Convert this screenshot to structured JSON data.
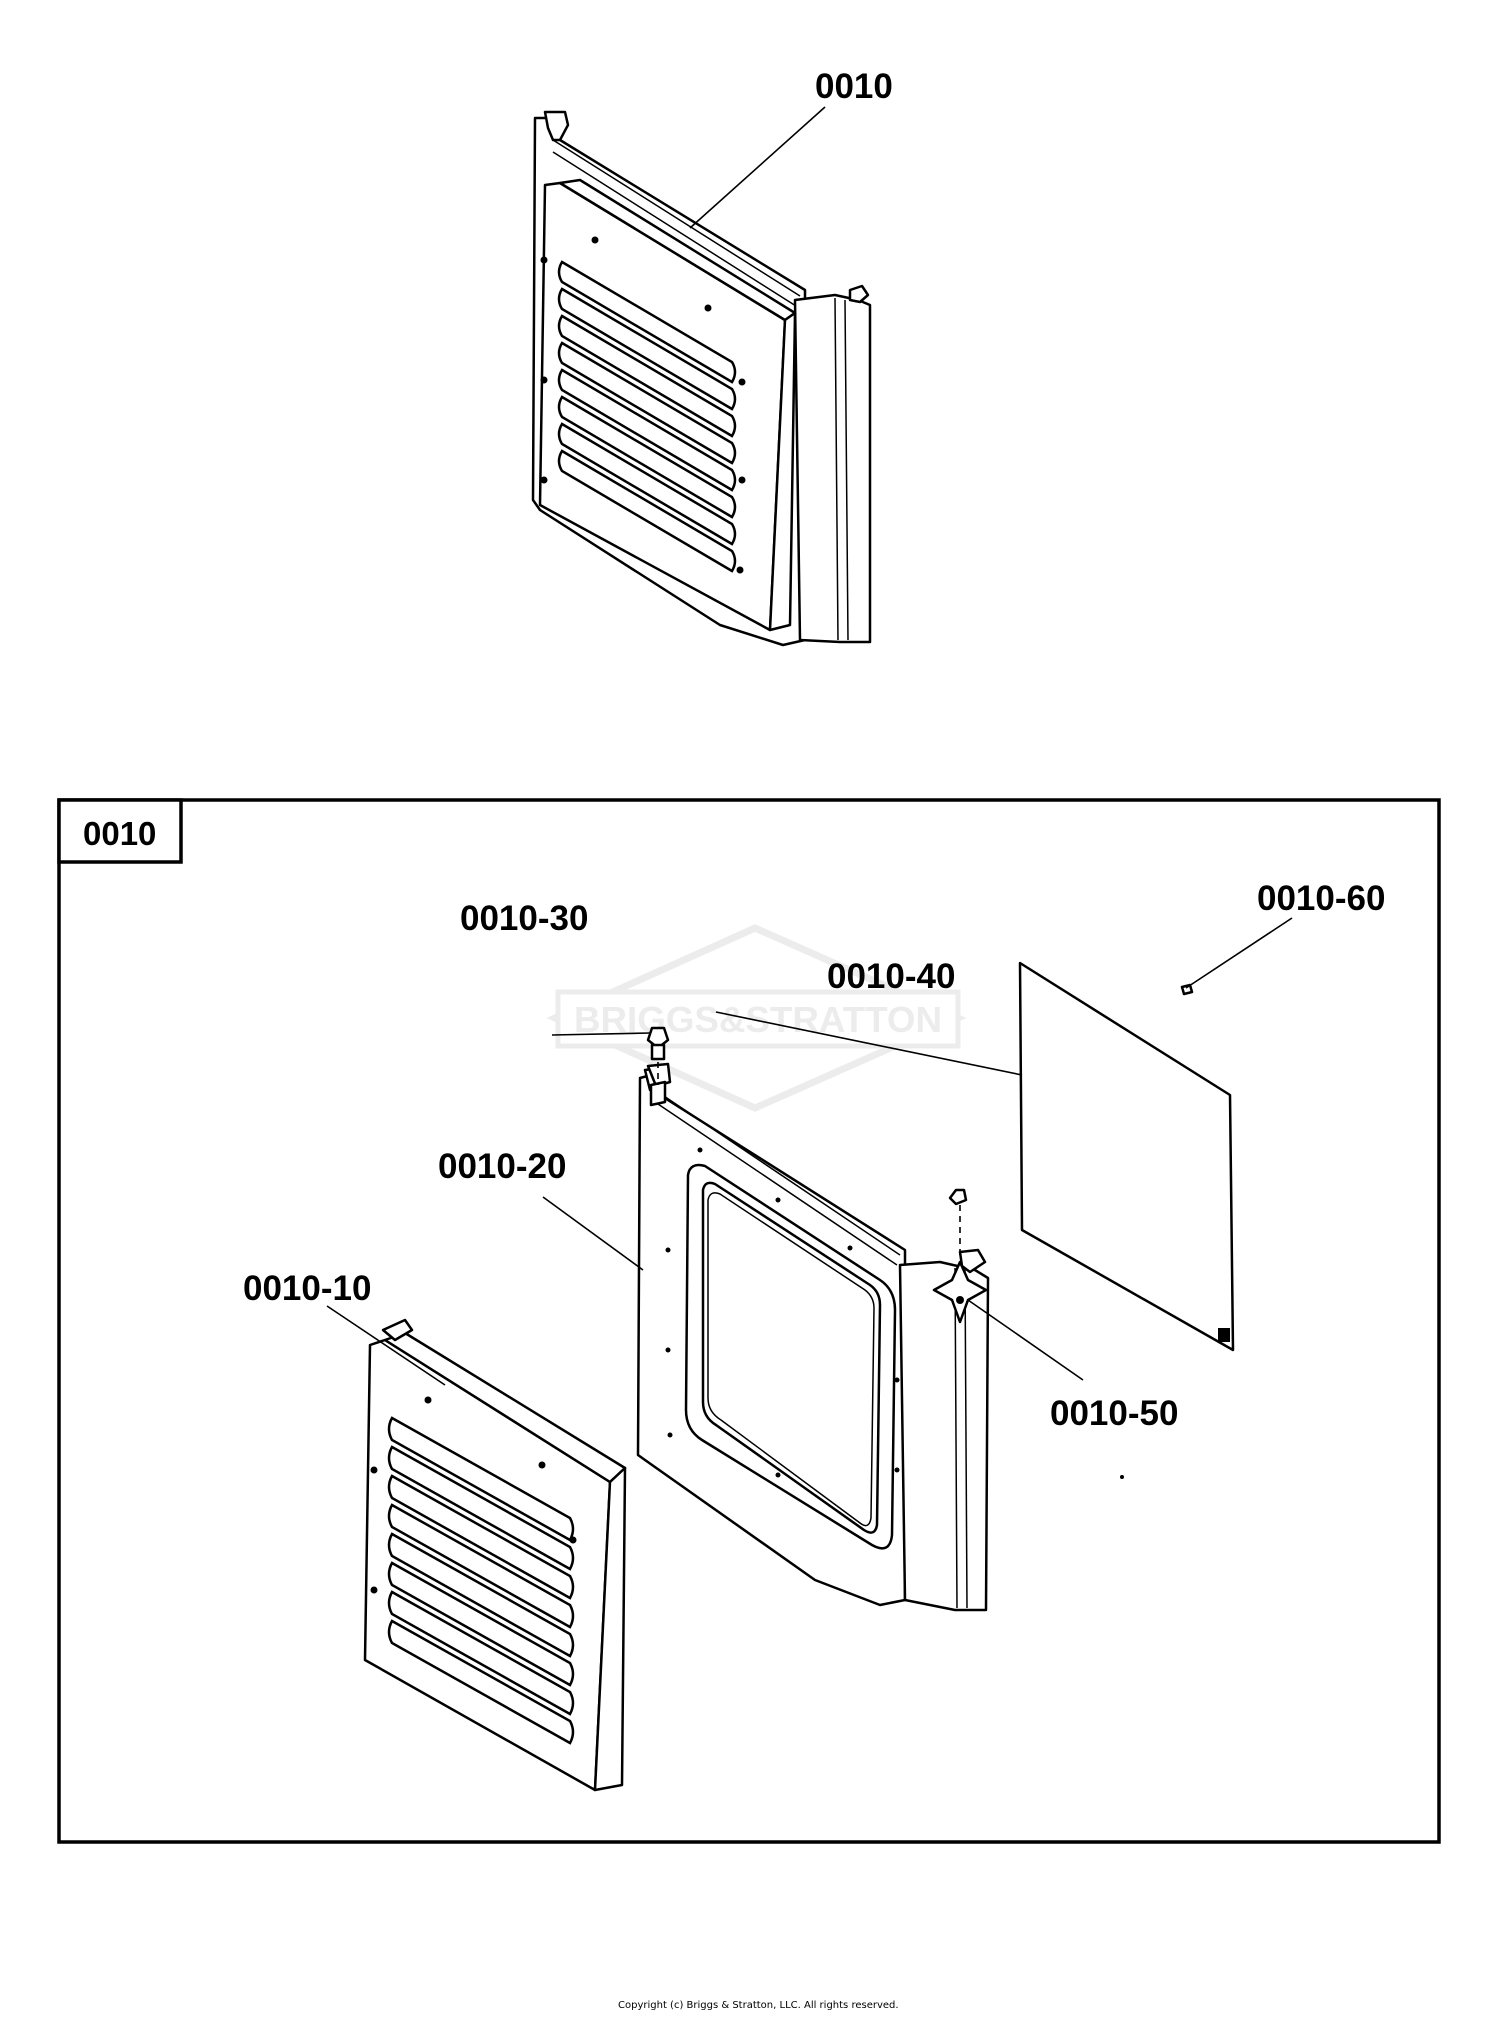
{
  "overview": {
    "callout": "0010"
  },
  "detail": {
    "box_label": "0010",
    "watermark": "BRIGGS&STRATTON",
    "callouts": {
      "p10": "0010-10",
      "p20": "0010-20",
      "p30": "0010-30",
      "p40": "0010-40",
      "p50": "0010-50",
      "p60": "0010-60"
    }
  },
  "footer": {
    "copyright": "Copyright (c) Briggs & Stratton, LLC. All rights reserved."
  },
  "icons": {
    "logo": "briggs-stratton-diamond-logo"
  }
}
